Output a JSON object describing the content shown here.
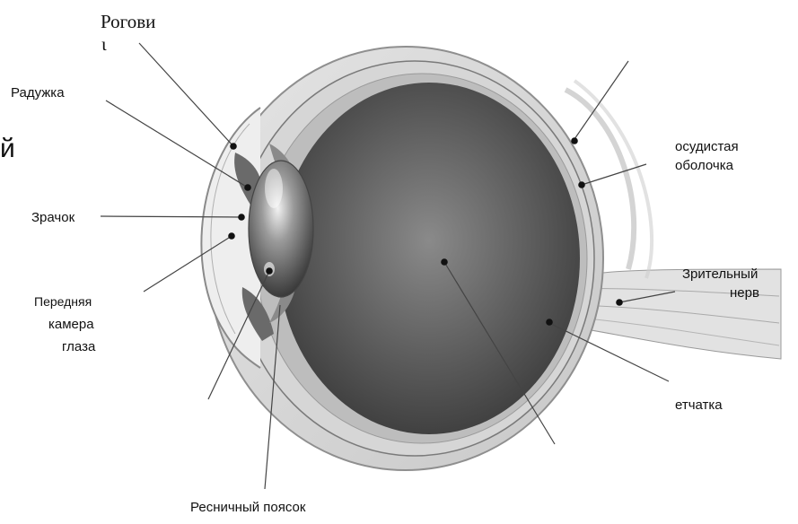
{
  "labels": {
    "cornea_line1": "Рогови",
    "cornea_line2": "ι",
    "iris": "Радужка",
    "cut_glyph": "й",
    "pupil": "Зрачок",
    "anterior_line1": "Передняя",
    "anterior_line2": "камера",
    "anterior_line3": "глаза",
    "choroid_line1": "осудистая",
    "choroid_line2": "оболочка",
    "optic_line1": "Зрительный",
    "optic_line2": "нерв",
    "retina": "етчатка",
    "ciliary": "Ресничный поясок"
  }
}
